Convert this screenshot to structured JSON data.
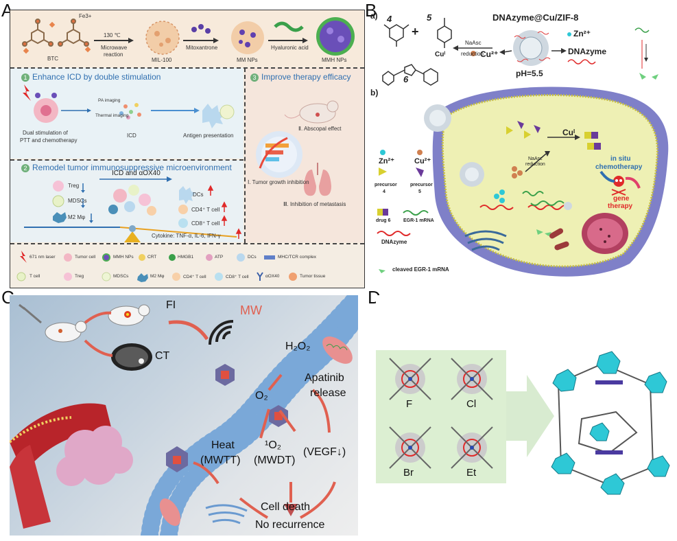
{
  "panels": {
    "a": "A",
    "b": "B",
    "c": "C",
    "d": "D"
  },
  "panelA": {
    "top": {
      "fe": "Fe3+",
      "btc": "BTC",
      "temp": "130 ℃",
      "microwave1": "Microwave",
      "microwave2": "reaction",
      "mil": "MIL-100",
      "mitoxantrone": "Mitoxantrone",
      "mm": "MM NPs",
      "hyaluronic": "Hyaluronic acid",
      "mmh": "MMH NPs"
    },
    "sec1": {
      "num": "1",
      "title": "Enhance ICD by double stimulation",
      "pa": "PA imaging",
      "thermal": "Thermal imaging",
      "dual1": "Dual stimulation of",
      "dual2": "PTT and chemotherapy",
      "icd": "ICD",
      "antigen": "Antigen presentation"
    },
    "sec2": {
      "num": "2",
      "title": "Remodel tumor immunosuppressive microenvironment",
      "treg": "Treg",
      "mdscs": "MDSCs",
      "m2": "M2 Mφ",
      "icdox": "ICD and αOX40",
      "dcs": "DCs",
      "cd4": "CD4⁺ T cell",
      "cd8": "CD8⁺ T cell",
      "cytokine": "Cytokine: TNF-α, IL-6, IFN-γ"
    },
    "sec3": {
      "num": "3",
      "title": "Improve therapy efficacy",
      "abscopal": "Ⅱ. Abscopal effect",
      "tumor": "Ⅰ. Tumor growth inhibition",
      "metastasis": "Ⅲ. Inhibition of metastasis"
    },
    "legend": {
      "row1": [
        "671 nm laser",
        "Tumor cell",
        "MMH NPs",
        "CRT",
        "HMGB1",
        "ATP",
        "DCs",
        "MHC/TCR complex"
      ],
      "row2": [
        "T cell",
        "Treg",
        "MDSCs",
        "M2 Mφ",
        "CD4⁺ T cell",
        "CD8⁺ T cell",
        "αOX40",
        "Tumor tissue"
      ]
    }
  },
  "panelB": {
    "a": "a)",
    "b": "b)",
    "n4": "4",
    "n5": "5",
    "n6": "6",
    "plus": "+",
    "cuI": "Cuᴵ",
    "naasc": "NaAsc",
    "reduction": "reduction",
    "cu2": "Cu²⁺",
    "title": "DNAzyme@Cu/ZIF-8",
    "ph": "pH=5.5",
    "zn": "Zn²⁺",
    "dnazyme": "DNAzyme",
    "legend": {
      "zn": "Zn²⁺",
      "cu": "Cu²⁺",
      "precursor4a": "precursor",
      "precursor4b": "4",
      "precursor5a": "precursor",
      "precursor5b": "5",
      "drug": "drug 6",
      "egr": "EGR-1 mRNA",
      "dnazyme": "DNAzyme",
      "cleaved": "cleaved EGR-1 mRNA"
    },
    "cell": {
      "cuI": "Cuᴵ",
      "naasc": "NaAsc",
      "reduction": "reduction",
      "insitu1": "in situ",
      "insitu2": "chemotherapy",
      "gene1": "gene",
      "gene2": "therapy"
    }
  },
  "panelC": {
    "fi": "FI",
    "ct": "CT",
    "mw": "MW",
    "h2o2": "H₂O₂",
    "o2": "O₂",
    "apatinib1": "Apatinib",
    "apatinib2": "release",
    "heat1": "Heat",
    "heat2": "(MWTT)",
    "singlet": "¹O₂",
    "mwdt": "(MWDT)",
    "vegf": "(VEGF↓)",
    "death": "Cell death",
    "norec": "No recurrence"
  },
  "panelD": {
    "f": "F",
    "cl": "Cl",
    "br": "Br",
    "et": "Et"
  },
  "colors": {
    "blueTitle": "#2f6fb0",
    "red": "#e02a2a",
    "cellYellow": "#eef0b4",
    "cellPurple": "#7f80c8",
    "teal": "#2ec8d6"
  }
}
